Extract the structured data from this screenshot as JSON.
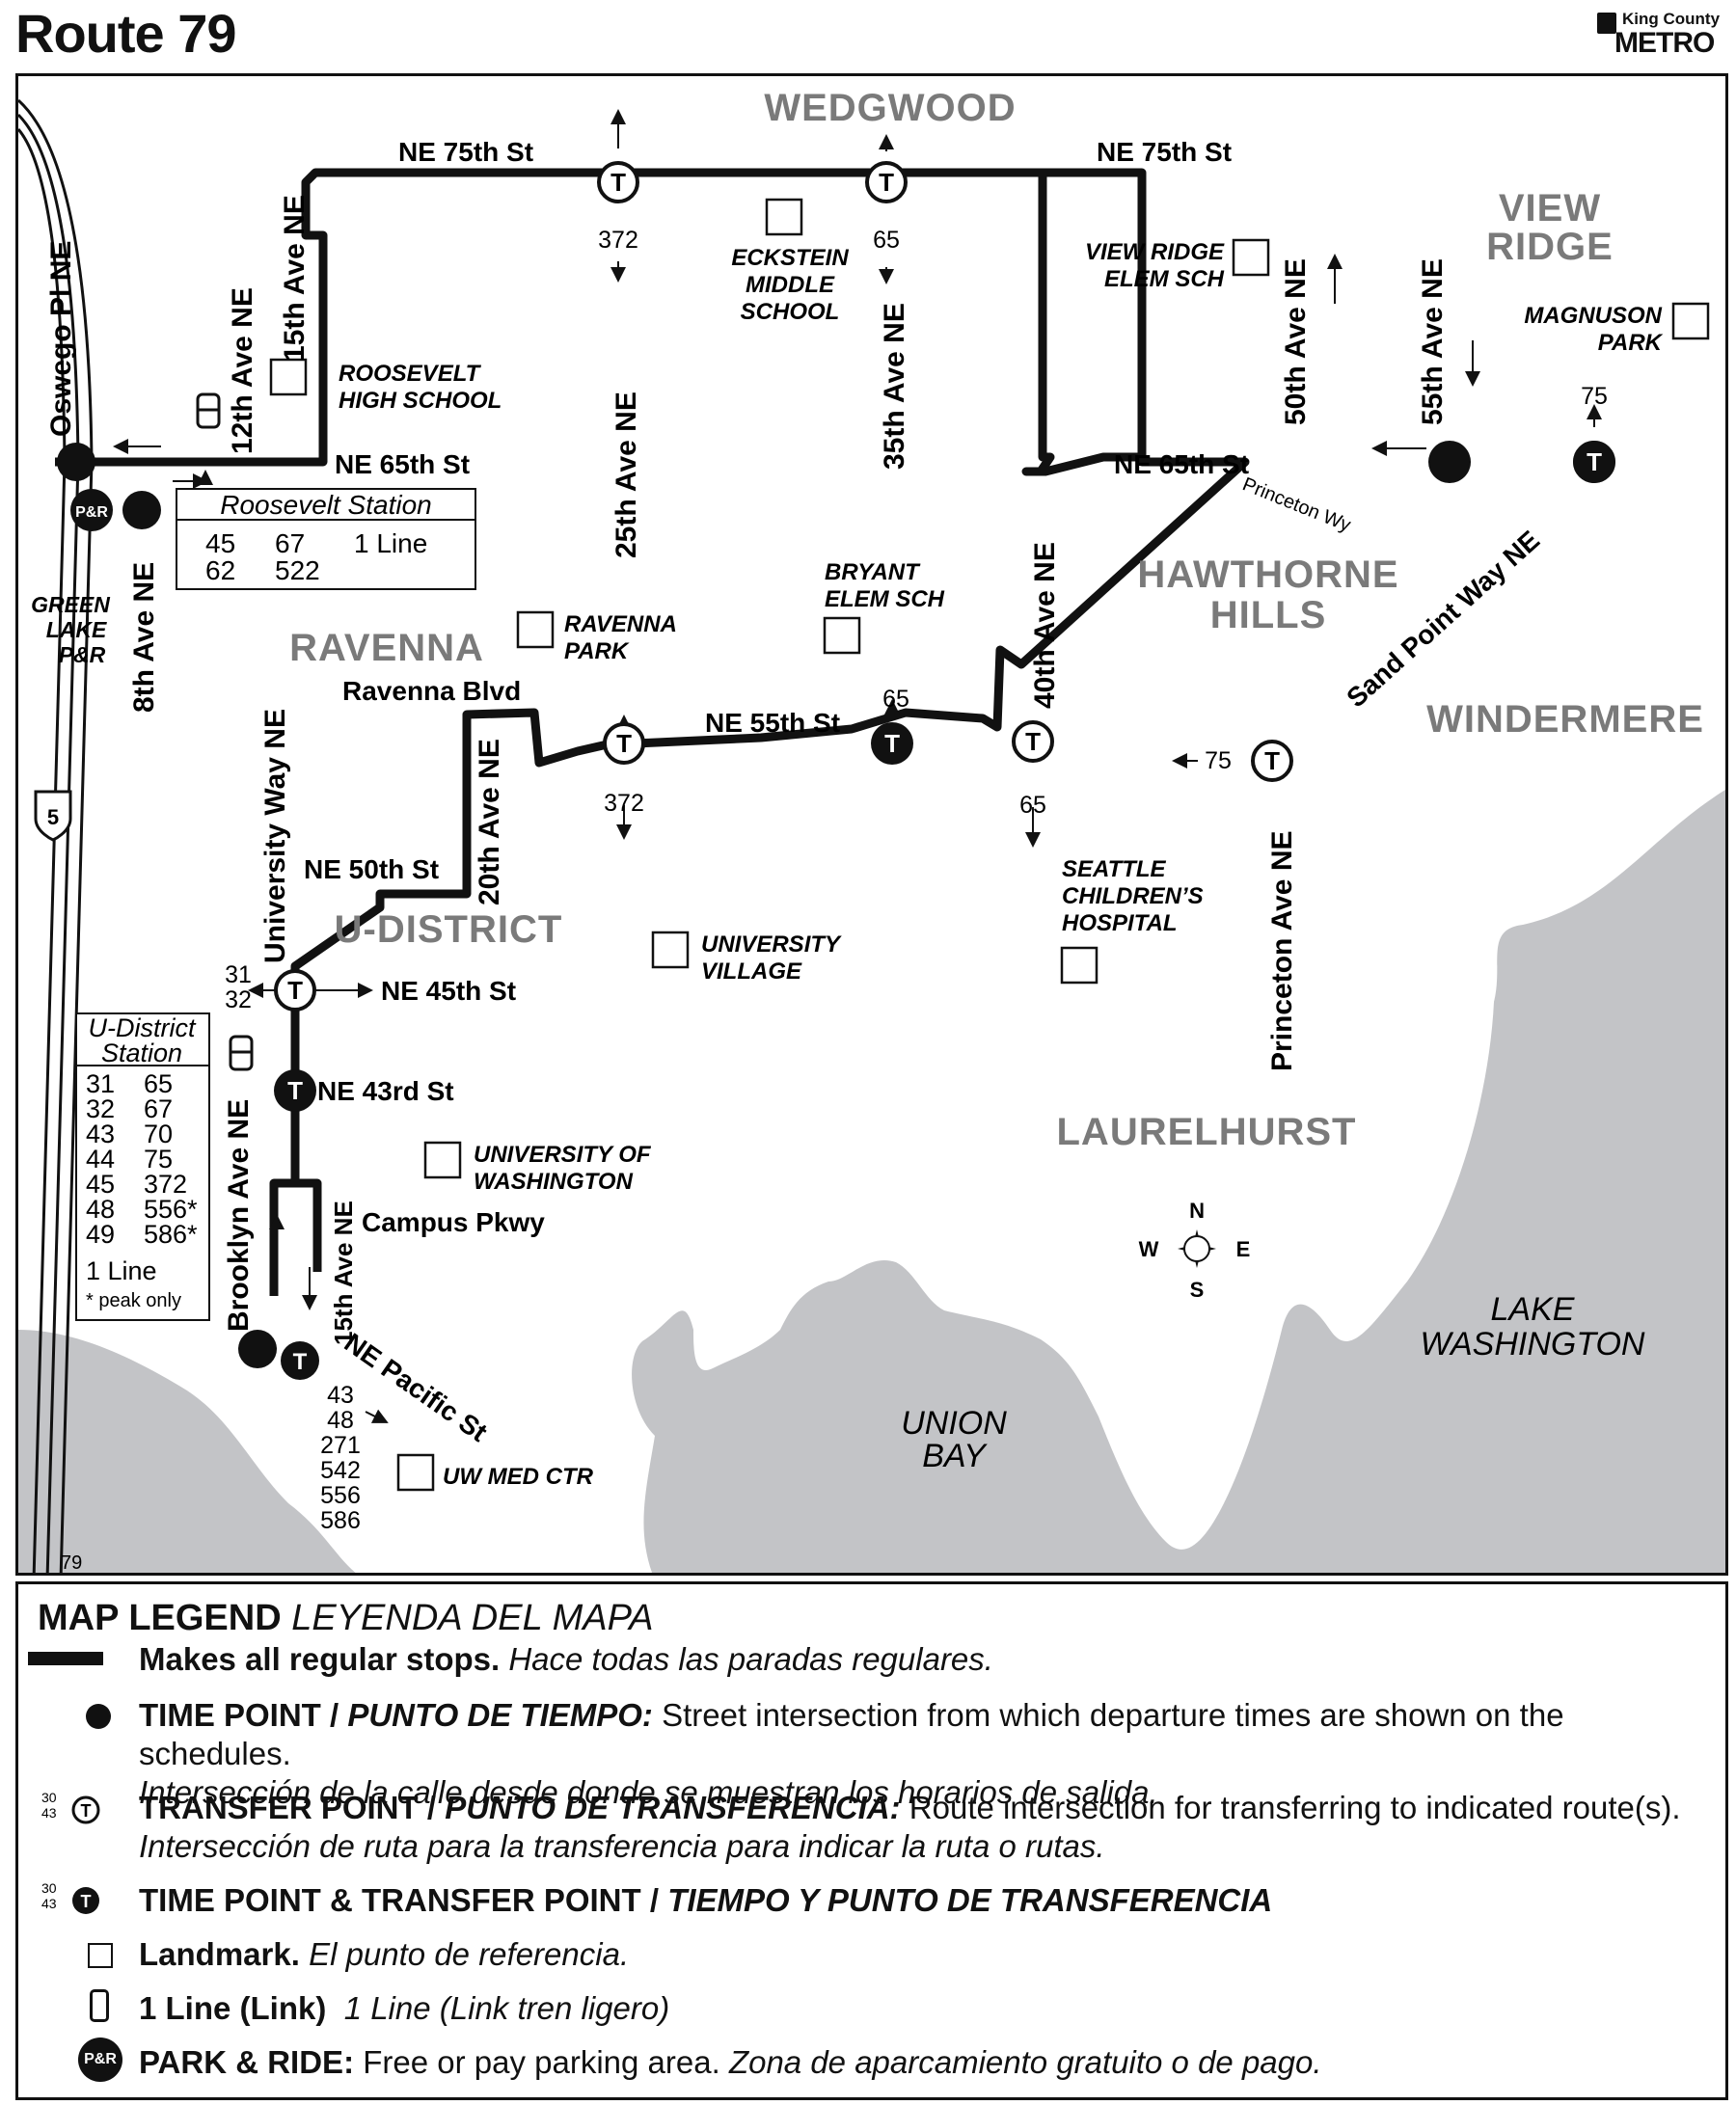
{
  "title": "Route 79",
  "logo": {
    "line1": "King County",
    "line2": "METRO"
  },
  "map": {
    "neighborhoods": [
      "WEDGWOOD",
      "VIEW",
      "RIDGE",
      "HAWTHORNE",
      "HILLS",
      "WINDERMERE",
      "RAVENNA",
      "U-DISTRICT",
      "LAURELHURST"
    ],
    "water": {
      "lake1": "LAKE",
      "lake2": "WASHINGTON",
      "bay1": "UNION",
      "bay2": "BAY"
    },
    "streets": {
      "ne75a": "NE 75th St",
      "ne75b": "NE 75th St",
      "ne65a": "NE 65th St",
      "ne65b": "NE 65th St",
      "ne55": "NE 55th St",
      "ne50": "NE 50th St",
      "ne45": "NE 45th St",
      "ne43": "NE 43rd St",
      "campus": "Campus Pkwy",
      "pacific": "NE Pacific St",
      "ravblvd": "Ravenna Blvd",
      "oswego": "Oswego Pl NE",
      "ave8": "8th Ave NE",
      "ave12": "12th Ave NE",
      "ave15": "15th Ave NE",
      "ave25": "25th Ave NE",
      "ave35": "35th Ave NE",
      "ave50": "50th Ave NE",
      "ave55": "55th Ave NE",
      "ave40": "40th Ave NE",
      "ave20": "20th Ave NE",
      "univway": "University Way NE",
      "brooklyn": "Brooklyn Ave NE",
      "ave15b": "15th Ave NE",
      "princeton": "Princeton Ave NE",
      "sandpoint": "Sand Point Way NE",
      "princetonwy": "Princeton Wy"
    },
    "landmarks": {
      "eck1": "ECKSTEIN",
      "eck2": "MIDDLE",
      "eck3": "SCHOOL",
      "vr1": "VIEW RIDGE",
      "vr2": "ELEM SCH",
      "mag1": "MAGNUSON",
      "mag2": "PARK",
      "rhs1": "ROOSEVELT",
      "rhs2": "HIGH SCHOOL",
      "rp1": "RAVENNA",
      "rp2": "PARK",
      "bes1": "BRYANT",
      "bes2": "ELEM SCH",
      "sch1": "SEATTLE",
      "sch2": "CHILDREN’S",
      "sch3": "HOSPITAL",
      "uv1": "UNIVERSITY",
      "uv2": "VILLAGE",
      "uw1": "UNIVERSITY OF",
      "uw2": "WASHINGTON",
      "uwmed": "UW MED CTR"
    },
    "greenlake": [
      "GREEN",
      "LAKE",
      "P&R"
    ],
    "pr_label": "P&R",
    "roosevelt_station": {
      "name": "Roosevelt Station",
      "row1": [
        "45",
        "67",
        "1 Line"
      ],
      "row2": [
        "62",
        "522"
      ]
    },
    "udistrict_station": {
      "name1": "U-District",
      "name2": "Station",
      "col1": [
        "31",
        "32",
        "43",
        "44",
        "45",
        "48",
        "49"
      ],
      "col2": [
        "65",
        "67",
        "70",
        "75",
        "372",
        "556*",
        "586*"
      ],
      "line": "1 Line",
      "note": "* peak only"
    },
    "transfers": {
      "t372a": "372",
      "t65a": "65",
      "t75a": "75",
      "t65b": "65",
      "t372b": "372",
      "t65c": "65",
      "t75b": "75",
      "t31": "31",
      "t32": "32",
      "pac": [
        "43",
        "48",
        "271",
        "542",
        "556",
        "586"
      ]
    },
    "interstate": "5",
    "route_corner": "79",
    "compass": {
      "n": "N",
      "s": "S",
      "e": "E",
      "w": "W"
    }
  },
  "legend": {
    "heading_b": "MAP LEGEND",
    "heading_i": "LEYENDA DEL MAPA",
    "rows": [
      {
        "b": "Makes all regular stops.",
        "t": "",
        "i": "Hace todas las paradas regulares."
      },
      {
        "b": "TIME POINT / ",
        "bi": "PUNTO DE TIEMPO:",
        "t": " Street intersection from which departure times are shown on the schedules.",
        "i": "Intersección de la calle desde donde se muestran los horarios de salida."
      },
      {
        "b": "TRANSFER POINT / ",
        "bi": "PUNTO DE TRANSFERENCIA:",
        "t": " Route intersection for transferring to indicated route(s). ",
        "i": "Intersección de ruta para la transferencia para indicar la ruta o rutas."
      },
      {
        "b": "TIME POINT & TRANSFER POINT / ",
        "bi": "TIEMPO Y PUNTO DE TRANSFERENCIA",
        "t": "",
        "i": ""
      },
      {
        "b": "Landmark.",
        "t": "",
        "i": "El punto de referencia."
      },
      {
        "b": "1 Line (Link)",
        "t": "",
        "i": "1 Line (Link tren ligero)"
      },
      {
        "b": "PARK & RIDE:",
        "t": " Free or pay parking area. ",
        "i": "Zona de aparcamiento gratuito o de pago."
      }
    ],
    "sym_nums": [
      "30",
      "43"
    ],
    "pr": "P&R"
  }
}
